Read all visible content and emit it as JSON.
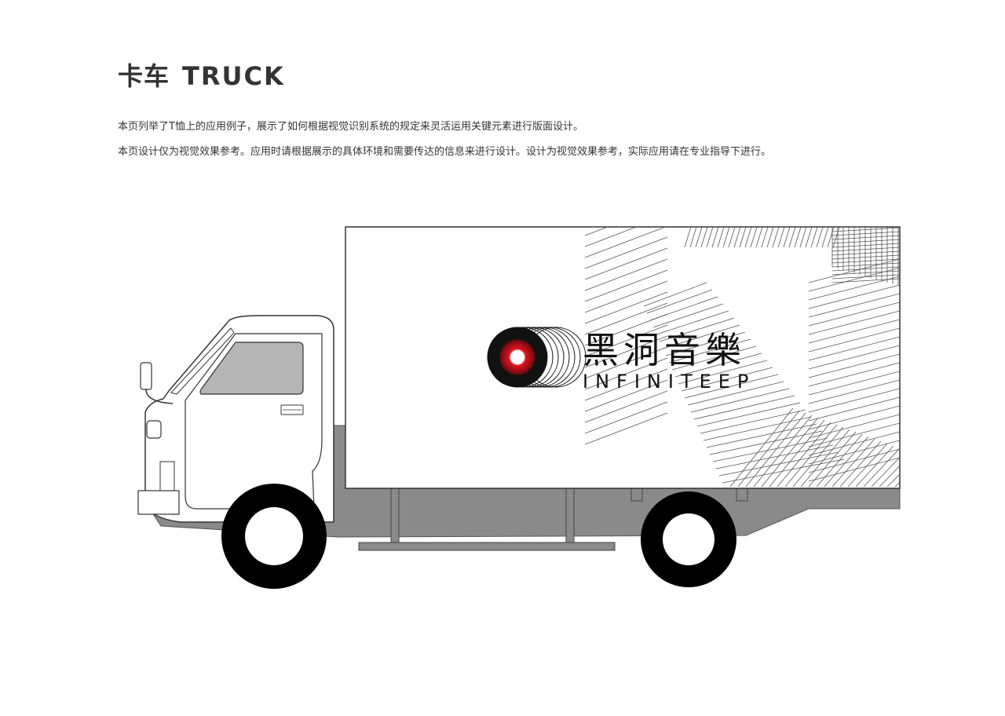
{
  "page": {
    "title_cn": "卡车",
    "title_en": "TRUCK",
    "desc_line1": "本页列举了T恤上的应用例子，展示了如何根据视觉识别系统的规定来灵活运用关键元素进行版面设计。",
    "desc_line2": "本页设计仅为视觉效果参考。应用时请根据展示的具体环境和需要传达的信息来进行设计。设计为视觉效果参考，实际应用请在专业指导下进行。"
  },
  "brand": {
    "name_cn": "黑洞音樂",
    "name_en": "INFINITEEP",
    "accent_color": "#e0141e",
    "ink_color": "#111111",
    "body_color": "#8a8a8a"
  }
}
